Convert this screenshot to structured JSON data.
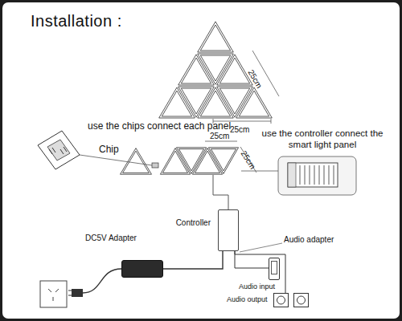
{
  "diagram": {
    "title": "Installation :",
    "nodes": [
      {
        "text": [
          "Controller"
        ]
      },
      {
        "text": [
          "DC5V Adapter"
        ]
      },
      {
        "text": [
          "Audio input"
        ]
      },
      {
        "text": [
          "Audio output"
        ]
      }
    ],
    "edges": [
      {
        "from": 1,
        "to": 0,
        "arrow": "none"
      },
      {
        "from": 0,
        "to": 2,
        "arrow": "none"
      },
      {
        "from": 0,
        "to": 3,
        "arrow": "none"
      }
    ],
    "labels": [
      "25cm",
      "25cm",
      "use the chips connect each panel",
      "Chip",
      "25cm",
      "25cm",
      "use the controller connect the smart light panel",
      "Audio adapter"
    ]
  }
}
